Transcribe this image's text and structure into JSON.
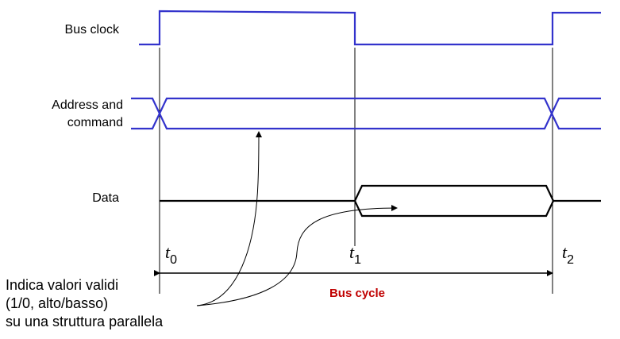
{
  "signals": {
    "clock": "Bus clock",
    "address_line1": "Address and",
    "address_line2": "command",
    "data": "Data"
  },
  "times": [
    {
      "letter": "t",
      "sub": "0"
    },
    {
      "letter": "t",
      "sub": "1"
    },
    {
      "letter": "t",
      "sub": "2"
    }
  ],
  "bus_cycle": "Bus cycle",
  "note": {
    "line1": "Indica valori validi",
    "line2": "(1/0, alto/basso)",
    "line3": "su una struttura parallela"
  },
  "colors": {
    "signal": "#3333cc",
    "data": "#000000",
    "accent": "#c00000"
  }
}
